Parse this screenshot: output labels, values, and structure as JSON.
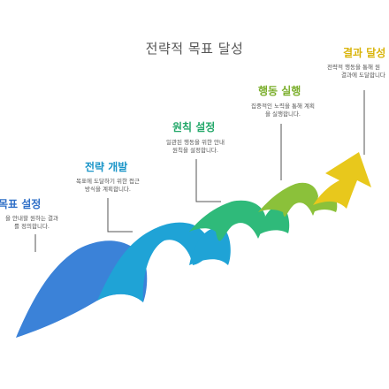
{
  "title": "전략적 목표 달성",
  "steps": [
    {
      "title": "목표 설정",
      "desc_line1": "을 안내할 원하는 결과",
      "desc_line2": "를 정의합니다.",
      "color": "#3b82d8",
      "label_color": "#2f6fc7"
    },
    {
      "title": "전략 개발",
      "desc_line1": "목표에 도달하기 위한 접근",
      "desc_line2": "방식을 계획합니다.",
      "color": "#1fa3d6",
      "label_color": "#1a95c8"
    },
    {
      "title": "원칙 설정",
      "desc_line1": "일관된 행동을 위한 안내",
      "desc_line2": "원칙을 설정합니다.",
      "color": "#2fba7a",
      "label_color": "#24a86a"
    },
    {
      "title": "행동 실행",
      "desc_line1": "집중적인 노력을 통해 계획",
      "desc_line2": "을 실행합니다.",
      "color": "#8bc13a",
      "label_color": "#7aae2a"
    },
    {
      "title": "결과 달성",
      "desc_line1": "전략적 행동을 통해 원",
      "desc_line2": "결과에 도달합니다",
      "color": "#e8c81c",
      "label_color": "#d9b40a"
    }
  ]
}
